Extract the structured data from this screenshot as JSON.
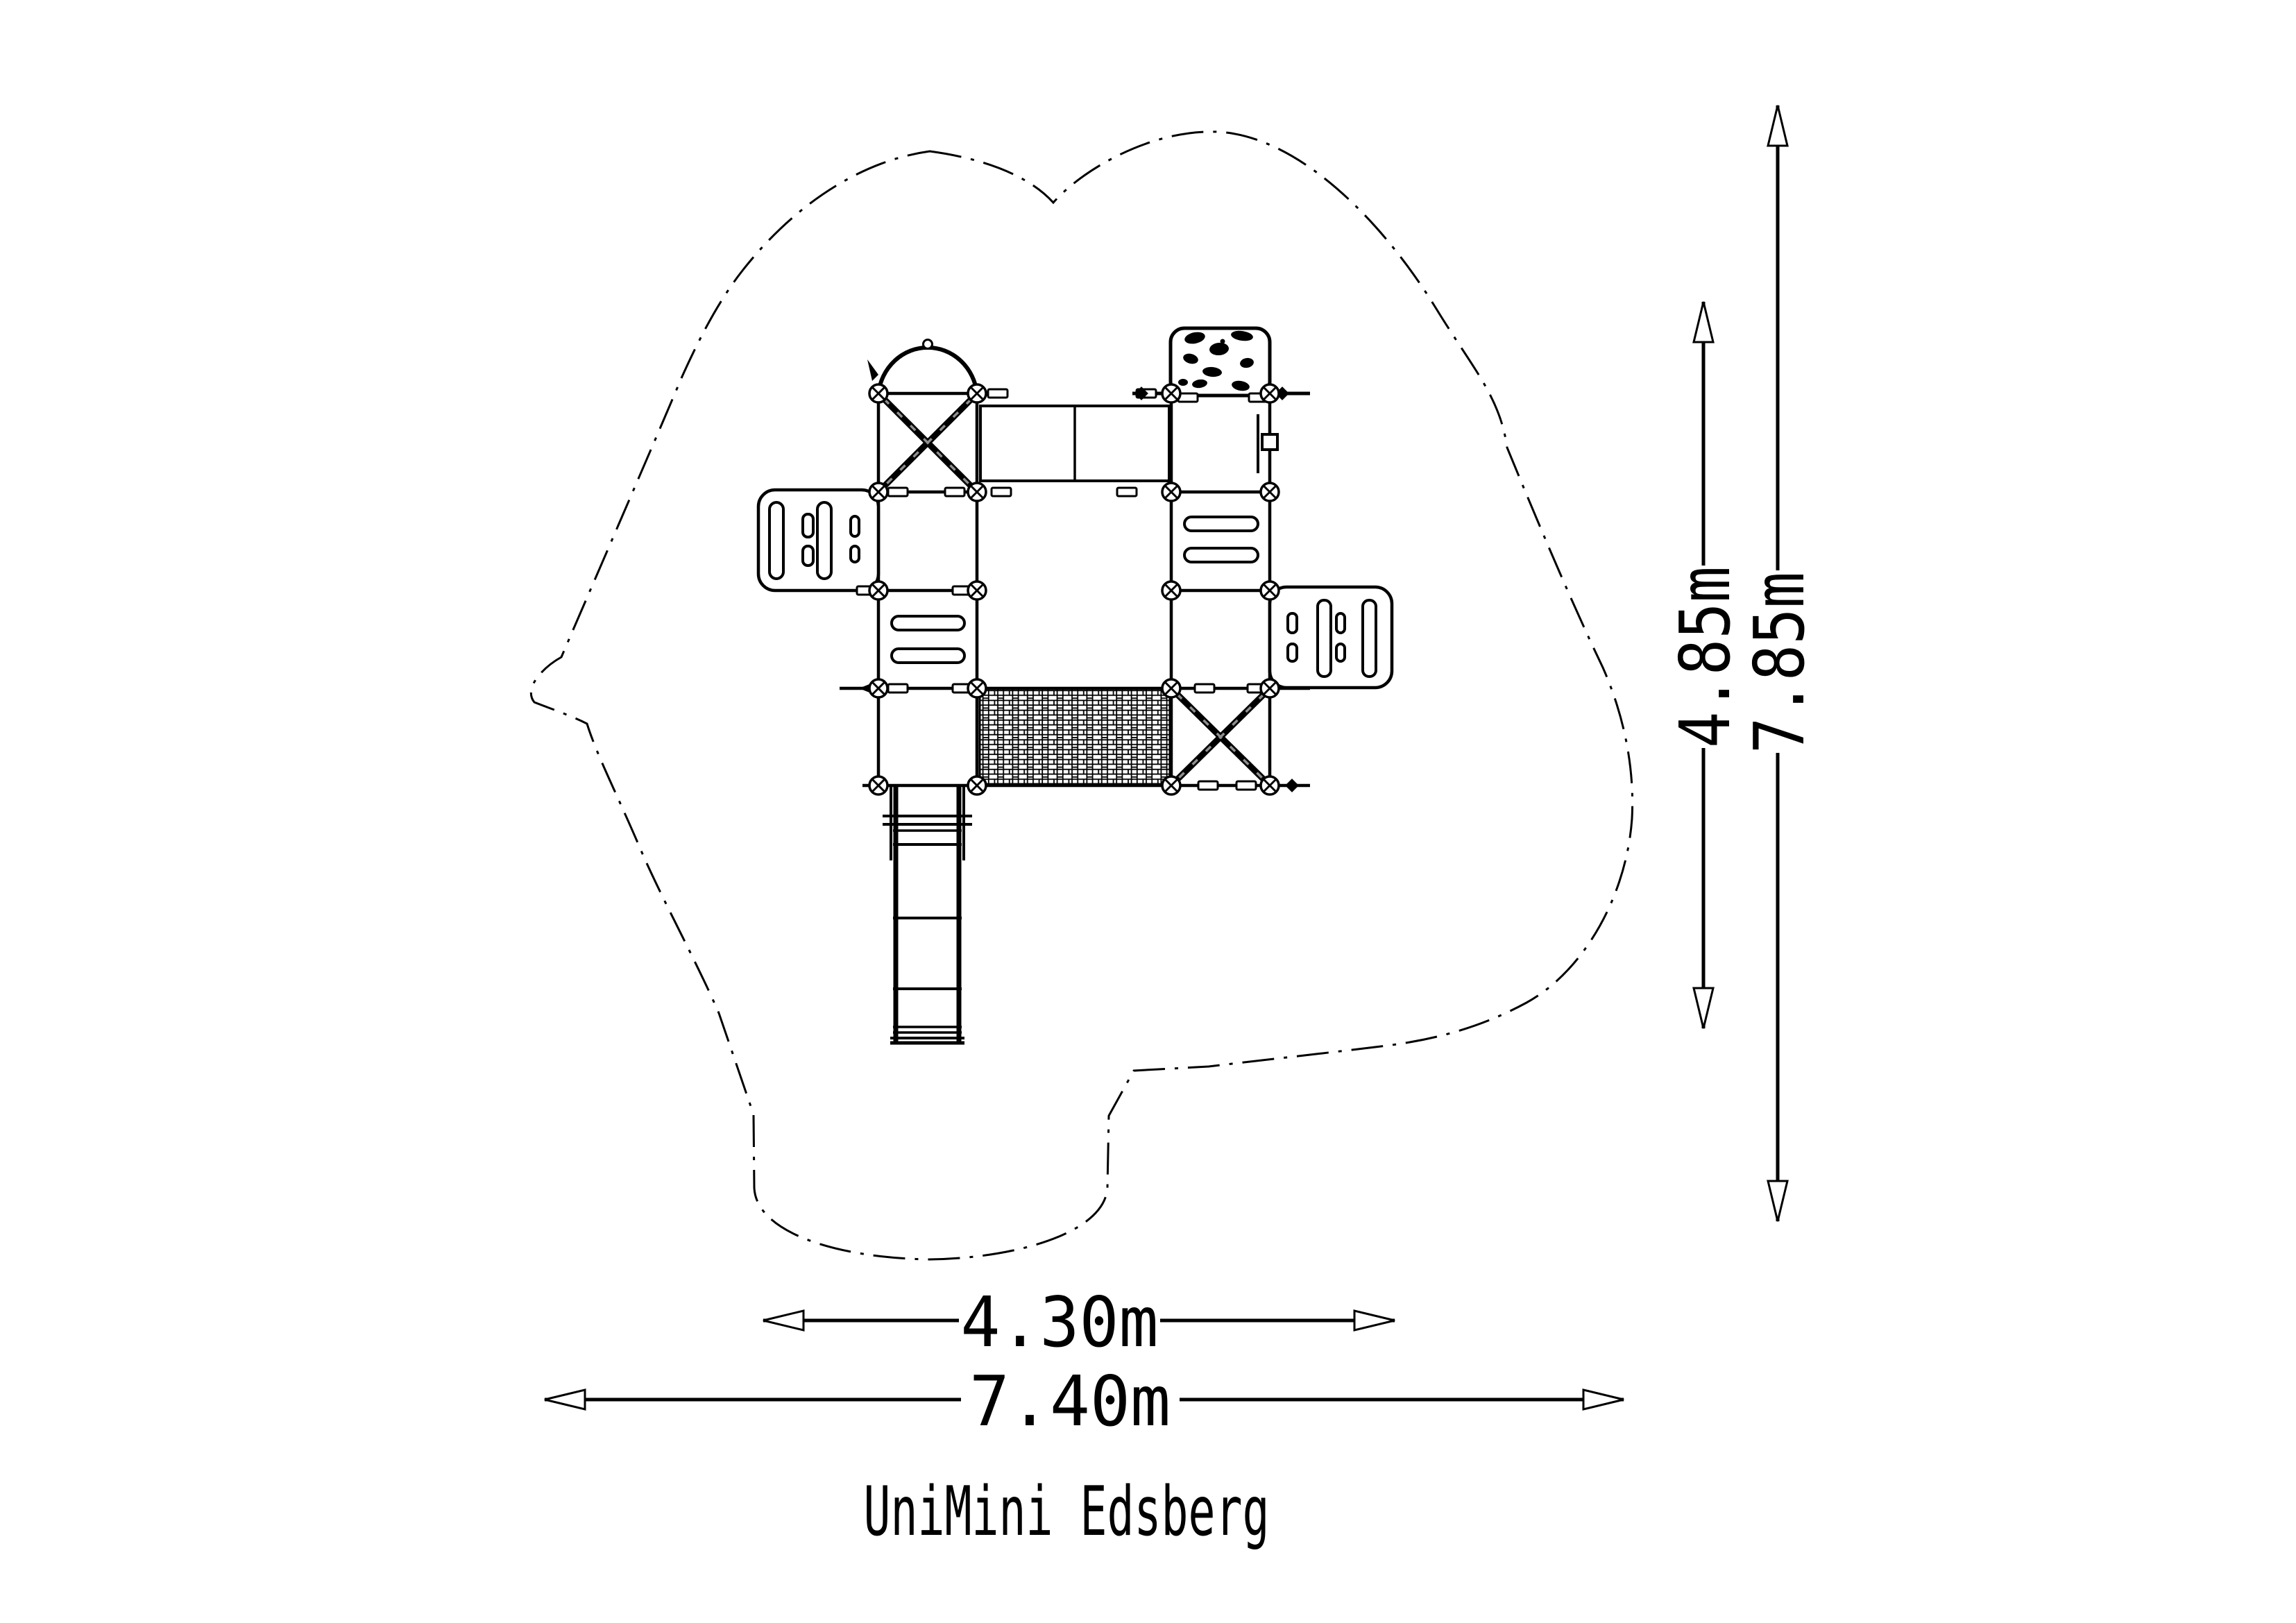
{
  "title": {
    "text": "UniMini Edsberg"
  },
  "dimensions": {
    "inner_width": "4.30m",
    "outer_width": "7.40m",
    "inner_height": "4.85m",
    "outer_height": "7.85m"
  },
  "colors": {
    "line": "#000000",
    "background": "#ffffff",
    "brace_dash": "#8f8f8f"
  }
}
